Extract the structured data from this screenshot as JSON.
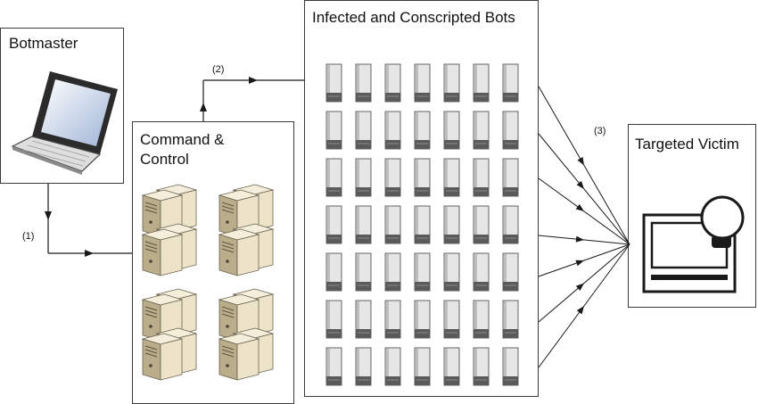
{
  "nodes": {
    "botmaster": "Botmaster",
    "cnc_line1": "Command &",
    "cnc_line2": "Control",
    "bots": "Infected and Conscripted Bots",
    "victim": "Targeted Victim"
  },
  "edges": {
    "step1": "(1)",
    "step2": "(2)",
    "step3": "(3)"
  },
  "bot_grid": {
    "rows": 7,
    "cols": 7
  },
  "colors": {
    "line": "#1a1a1a",
    "server_body": "#ece3c8",
    "server_shadow": "#b9ad8a",
    "bot_body": "#e6e6e6",
    "bot_dark": "#5a5a5a",
    "victim_bulb": "#ffffff"
  }
}
